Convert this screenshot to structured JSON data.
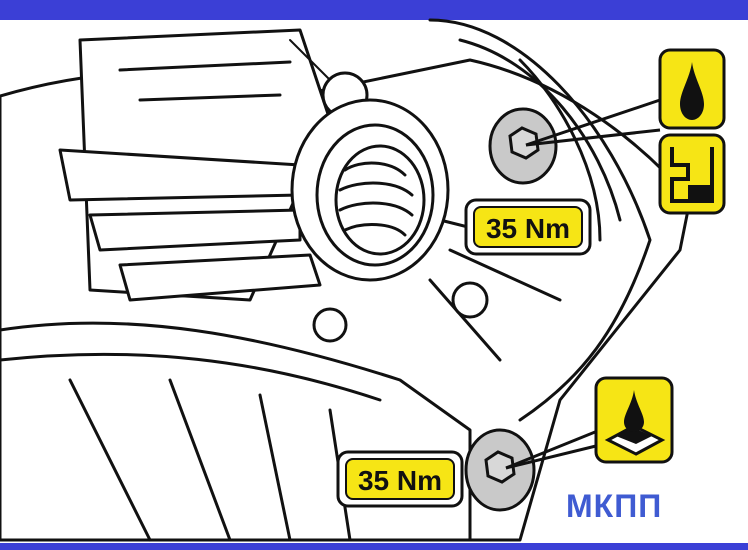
{
  "colors": {
    "band": "#3b3fd6",
    "caption": "#3f5bd2",
    "callout_fill": "#f6e515",
    "outline": "#111111",
    "part_fill": "#ffffff",
    "bolt_fill": "#c9c9c9"
  },
  "torque_labels": {
    "upper": "35 Nm",
    "lower": "35 Nm"
  },
  "caption": "МКПП",
  "icons": {
    "upper_top": "oil-drop-icon",
    "upper_bottom": "fluid-level-icon",
    "lower": "sealant-drop-icon"
  }
}
